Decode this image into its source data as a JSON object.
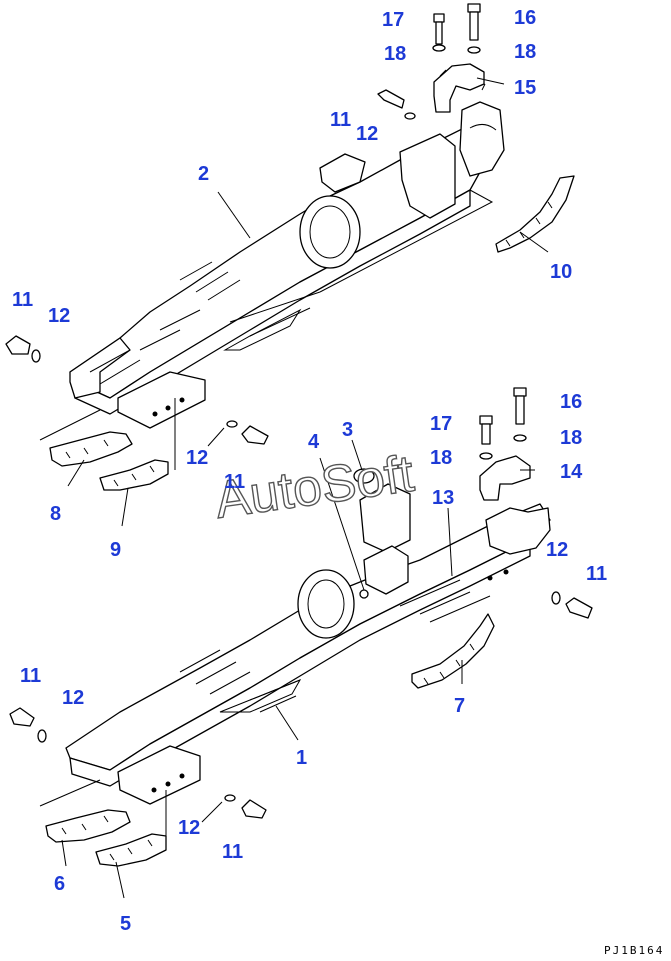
{
  "diagram": {
    "watermark": "AutoSoft",
    "reference_code": "PJ1B164",
    "callouts": [
      {
        "id": "c17a",
        "text": "17"
      },
      {
        "id": "c16a",
        "text": "16"
      },
      {
        "id": "c18a",
        "text": "18"
      },
      {
        "id": "c18b",
        "text": "18"
      },
      {
        "id": "c15",
        "text": "15"
      },
      {
        "id": "c11a",
        "text": "11"
      },
      {
        "id": "c12a",
        "text": "12"
      },
      {
        "id": "c2",
        "text": "2"
      },
      {
        "id": "c10",
        "text": "10"
      },
      {
        "id": "c11b",
        "text": "11"
      },
      {
        "id": "c12b",
        "text": "12"
      },
      {
        "id": "c12c",
        "text": "12"
      },
      {
        "id": "c11c",
        "text": "11"
      },
      {
        "id": "c8",
        "text": "8"
      },
      {
        "id": "c9",
        "text": "9"
      },
      {
        "id": "c4",
        "text": "4"
      },
      {
        "id": "c3",
        "text": "3"
      },
      {
        "id": "c17b",
        "text": "17"
      },
      {
        "id": "c16b",
        "text": "16"
      },
      {
        "id": "c18c",
        "text": "18"
      },
      {
        "id": "c18d",
        "text": "18"
      },
      {
        "id": "c14",
        "text": "14"
      },
      {
        "id": "c13",
        "text": "13"
      },
      {
        "id": "c12d",
        "text": "12"
      },
      {
        "id": "c11d",
        "text": "11"
      },
      {
        "id": "c7",
        "text": "7"
      },
      {
        "id": "c11e",
        "text": "11"
      },
      {
        "id": "c12e",
        "text": "12"
      },
      {
        "id": "c1",
        "text": "1"
      },
      {
        "id": "c12f",
        "text": "12"
      },
      {
        "id": "c11f",
        "text": "11"
      },
      {
        "id": "c6",
        "text": "6"
      },
      {
        "id": "c5",
        "text": "5"
      }
    ]
  }
}
